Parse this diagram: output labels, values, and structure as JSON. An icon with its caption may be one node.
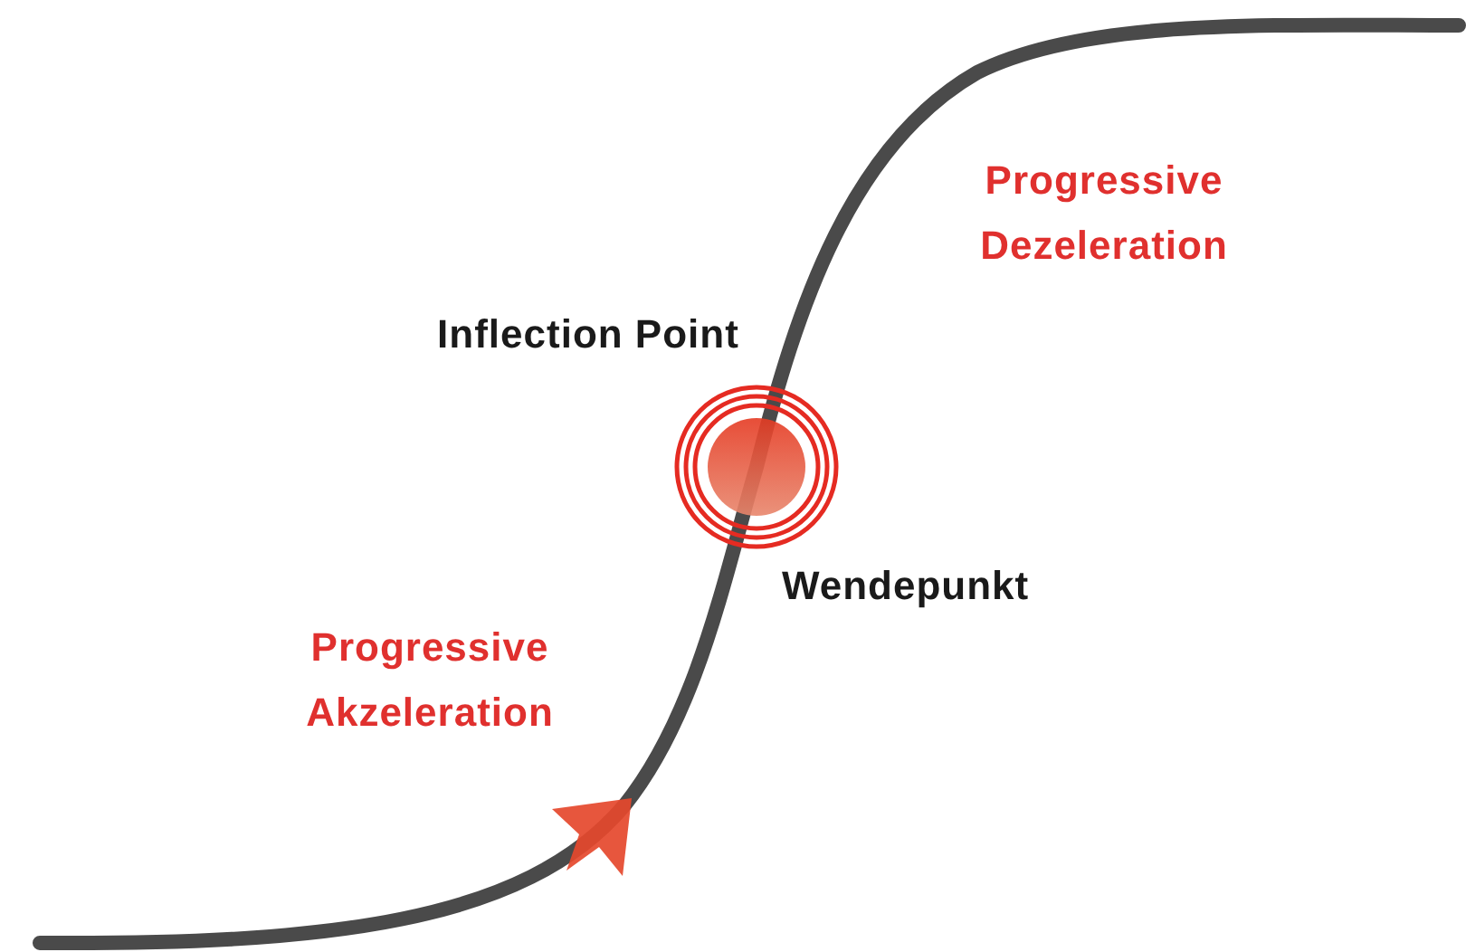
{
  "diagram": {
    "labels": [
      "Progressive Dezeleration",
      "Inflection Point",
      "Wendepunkt",
      "Progressive Akzeleration"
    ]
  }
}
